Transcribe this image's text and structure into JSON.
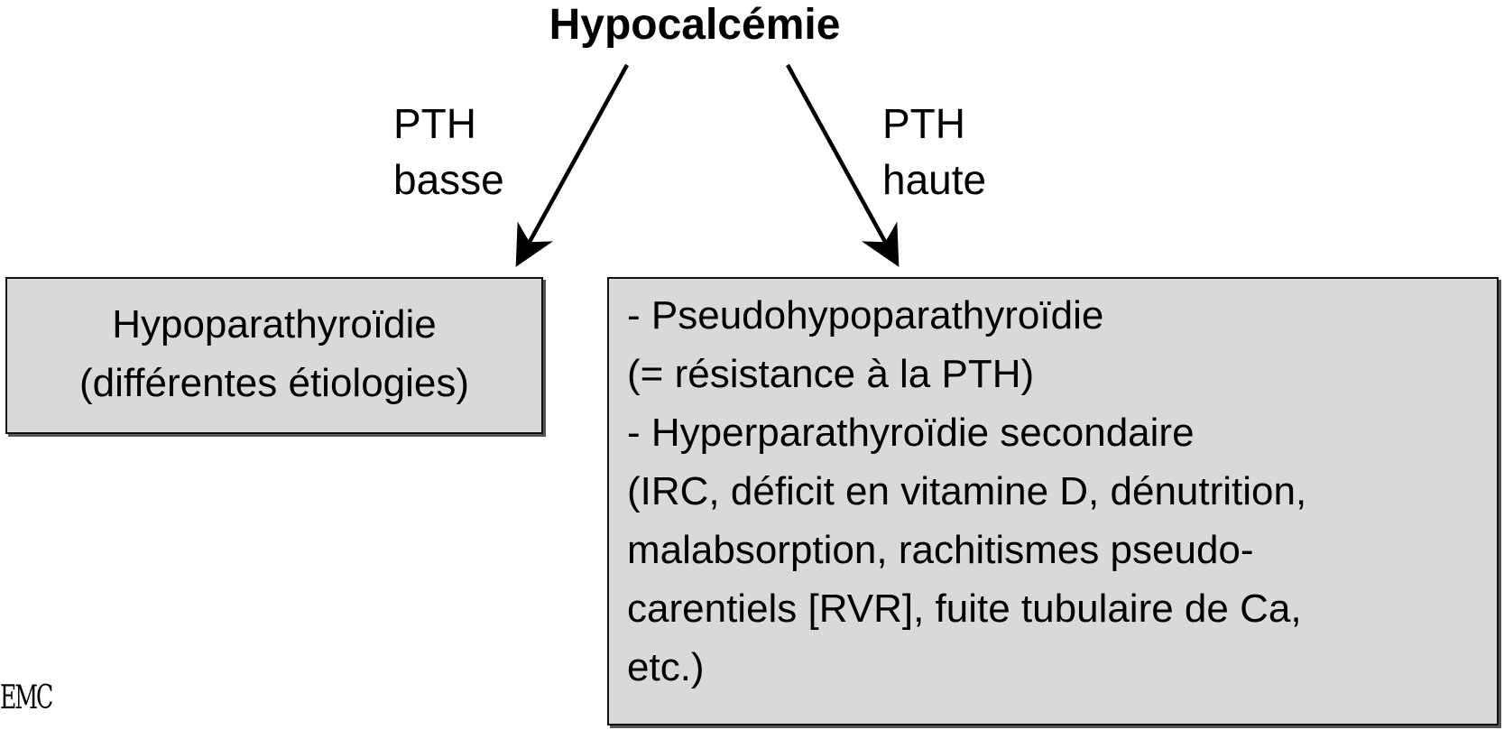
{
  "diagram": {
    "root": "Hypocalcémie",
    "edges": {
      "left": {
        "line1": "PTH",
        "line2": "basse"
      },
      "right": {
        "line1": "PTH",
        "line2": "haute"
      }
    },
    "left_box": {
      "line1": "Hypoparathyroïdie",
      "line2": "(différentes étiologies)"
    },
    "right_box": {
      "lines": [
        "- Pseudohypoparathyroïdie",
        "(= résistance à la PTH)",
        "- Hyperparathyroïdie secondaire",
        "(IRC, déficit en vitamine D, dénutrition,",
        "malabsorption, rachitismes pseudo-",
        "carentiels [RVR], fuite tubulaire de Ca,",
        "etc.)"
      ]
    }
  },
  "logo": "EMC",
  "colors": {
    "box_fill": "#d9d9d9",
    "stroke": "#111111"
  }
}
